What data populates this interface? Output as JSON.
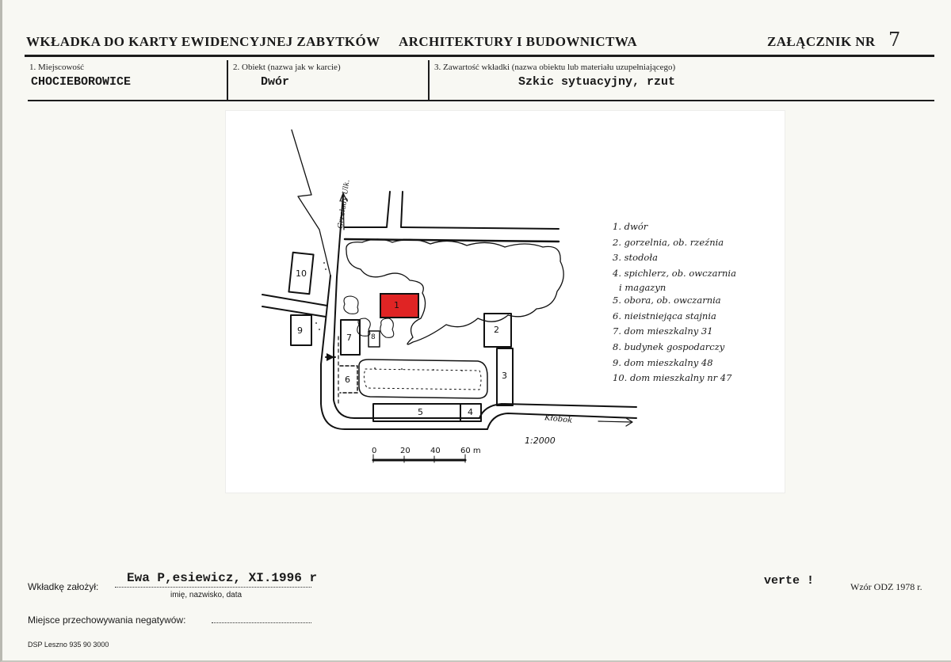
{
  "header": {
    "title_left": "WKŁADKA DO KARTY EWIDENCYJNEJ ZABYTKÓW",
    "title_mid": "ARCHITEKTURY I BUDOWNICTWA",
    "attachment_label": "ZAŁĄCZNIK NR",
    "attachment_number": "7"
  },
  "fields": {
    "f1_label": "1. Miejscowość",
    "f1_value": "CHOCIEBOROWICE",
    "f2_label": "2. Obiekt (nazwa jak w karcie)",
    "f2_value": "Dwór",
    "f3_label": "3. Zawartość wkładki (nazwa obiektu lub materiału uzupełniającego)",
    "f3_value": "Szkic sytuacyjny, rzut"
  },
  "sketch": {
    "street_vertical": "Grzelady Ulk.",
    "street_horizontal": "Kłobok",
    "scale_ratio": "1:2000",
    "scale_ticks": [
      "0",
      "20",
      "40",
      "60 m"
    ],
    "building_numbers": [
      "1",
      "2",
      "3",
      "4",
      "5",
      "6",
      "7",
      "8",
      "9",
      "10"
    ],
    "legend": [
      "1. dwór",
      "2. gorzelnia, ob. rzeźnia",
      "3. stodoła",
      "4. spichlerz, ob. owczarnia",
      "i magazyn",
      "5. obora, ob. owczarnia",
      "6. nieistniejąca stajnia",
      "7. dom mieszkalny 31",
      "8. budynek gospodarczy",
      "9. dom mieszkalny 48",
      "10. dom mieszkalny nr 47"
    ],
    "colors": {
      "manor_fill": "#e02424",
      "ink": "#111111"
    }
  },
  "footer": {
    "author_label": "Wkładkę założył:",
    "author_value": "Ewa P,esiewicz, XI.1996 r",
    "author_sub": "imię, nazwisko, data",
    "verte": "verte !",
    "template": "Wzór ODZ 1978 r.",
    "negatives_label": "Miejsce przechowywania negatywów:",
    "printer": "DSP Leszno 935 90 3000"
  }
}
